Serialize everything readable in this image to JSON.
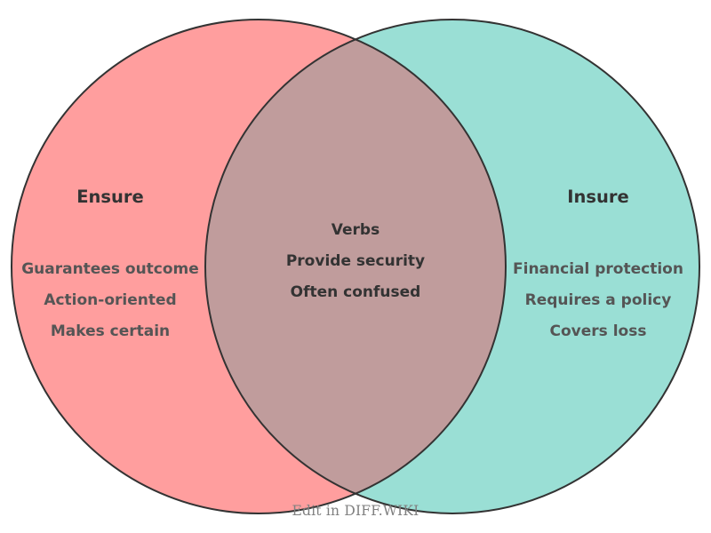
{
  "diagram": {
    "type": "venn-2-set",
    "background_color": "#ffffff",
    "stroke_color": "#333333",
    "left_set": {
      "title": "Ensure",
      "fill_color": "#ff9e9e",
      "items": [
        "Guarantees outcome",
        "Action-oriented",
        "Makes certain"
      ]
    },
    "right_set": {
      "title": "Insure",
      "fill_color": "#9adfd5",
      "items": [
        "Financial protection",
        "Requires a policy",
        "Covers loss"
      ]
    },
    "intersection": {
      "fill_color": "#c09c9c",
      "items": [
        "Verbs",
        "Provide security",
        "Often confused"
      ]
    },
    "title_color": "#333333",
    "item_color": "#555555",
    "intersection_item_color": "#333333"
  },
  "footer": {
    "watermark": "Edit in DIFF.WIKI",
    "color": "#808080"
  }
}
